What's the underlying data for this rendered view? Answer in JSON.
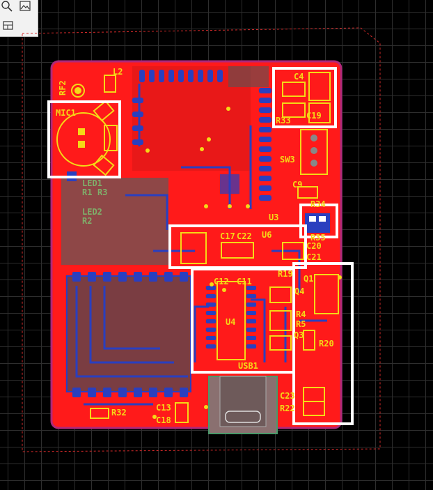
{
  "toolbar": {
    "icons": [
      "zoom-icon",
      "image-icon",
      "layer-icon"
    ]
  },
  "board": {
    "colors": {
      "background": "#000000",
      "copper": "#ff1a1a",
      "silkscreen": "#f5d916",
      "highlight": "#ffffff",
      "outline": "#b0287a",
      "keepout": "#d62a2a"
    }
  },
  "designators": {
    "rf": "RF2",
    "l2": "L2",
    "c4": "C4",
    "c19": "C19",
    "r33": "R33",
    "mic": "MIC1",
    "sw3": "SW3",
    "c9": "C9",
    "led1": "LED1",
    "r1": "R1",
    "r3": "R3",
    "led2": "LED2",
    "r2": "R2",
    "r34": "R34",
    "r35": "R35",
    "u3": "U3",
    "c17": "C17",
    "c22": "C22",
    "u6": "U6",
    "c20": "C20",
    "c21": "C21",
    "c12": "C12",
    "c11": "C11",
    "r19": "R19",
    "q1": "Q1",
    "q4": "Q4",
    "u4": "U4",
    "r4": "R4",
    "r5": "R5",
    "q3": "Q3",
    "r20": "R20",
    "usb": "USB1",
    "c13": "C13",
    "c18": "C18",
    "r32": "R32",
    "c23": "C23",
    "r22": "R22"
  }
}
